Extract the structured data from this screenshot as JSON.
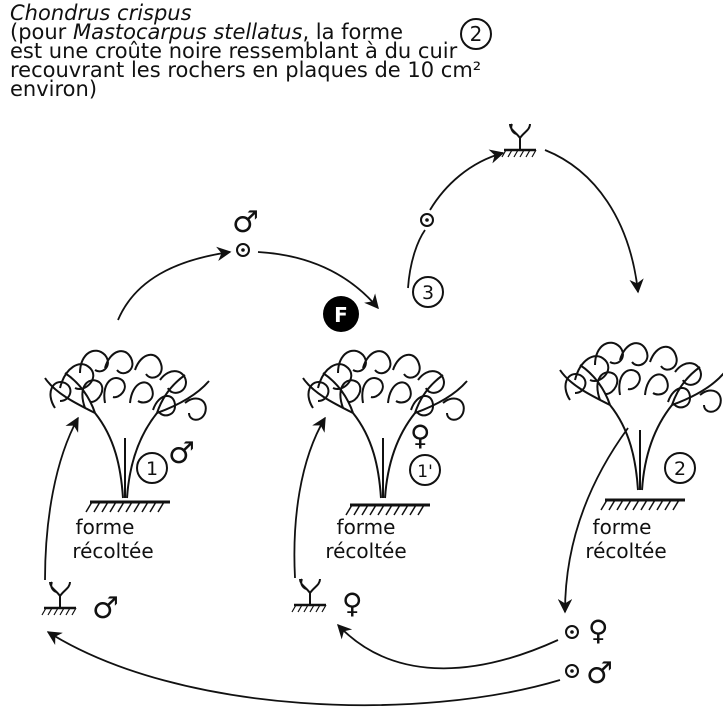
{
  "title": {
    "species": "Chondrus crispus",
    "note_open": "(pour ",
    "note_species": "Mastocarpus stellatus",
    "note_rest_1": ", la forme",
    "note_line_2": "est une croûte noire ressemblant à du cuir",
    "note_line_3": "recouvrant les rochers en plaques de 10 cm²",
    "note_line_4": "environ)",
    "badge": "2"
  },
  "labels": {
    "harvested": "forme récoltée",
    "harvested_line1": "forme",
    "harvested_line2": "récoltée",
    "male_symbol": "♂",
    "female_symbol": "♀",
    "stage_1": "1",
    "stage_1p": "1'",
    "stage_2": "2",
    "stage_3": "3",
    "marker_f": "F"
  },
  "colors": {
    "ink": "#111111",
    "background": "#ffffff",
    "marker": "#000000"
  }
}
